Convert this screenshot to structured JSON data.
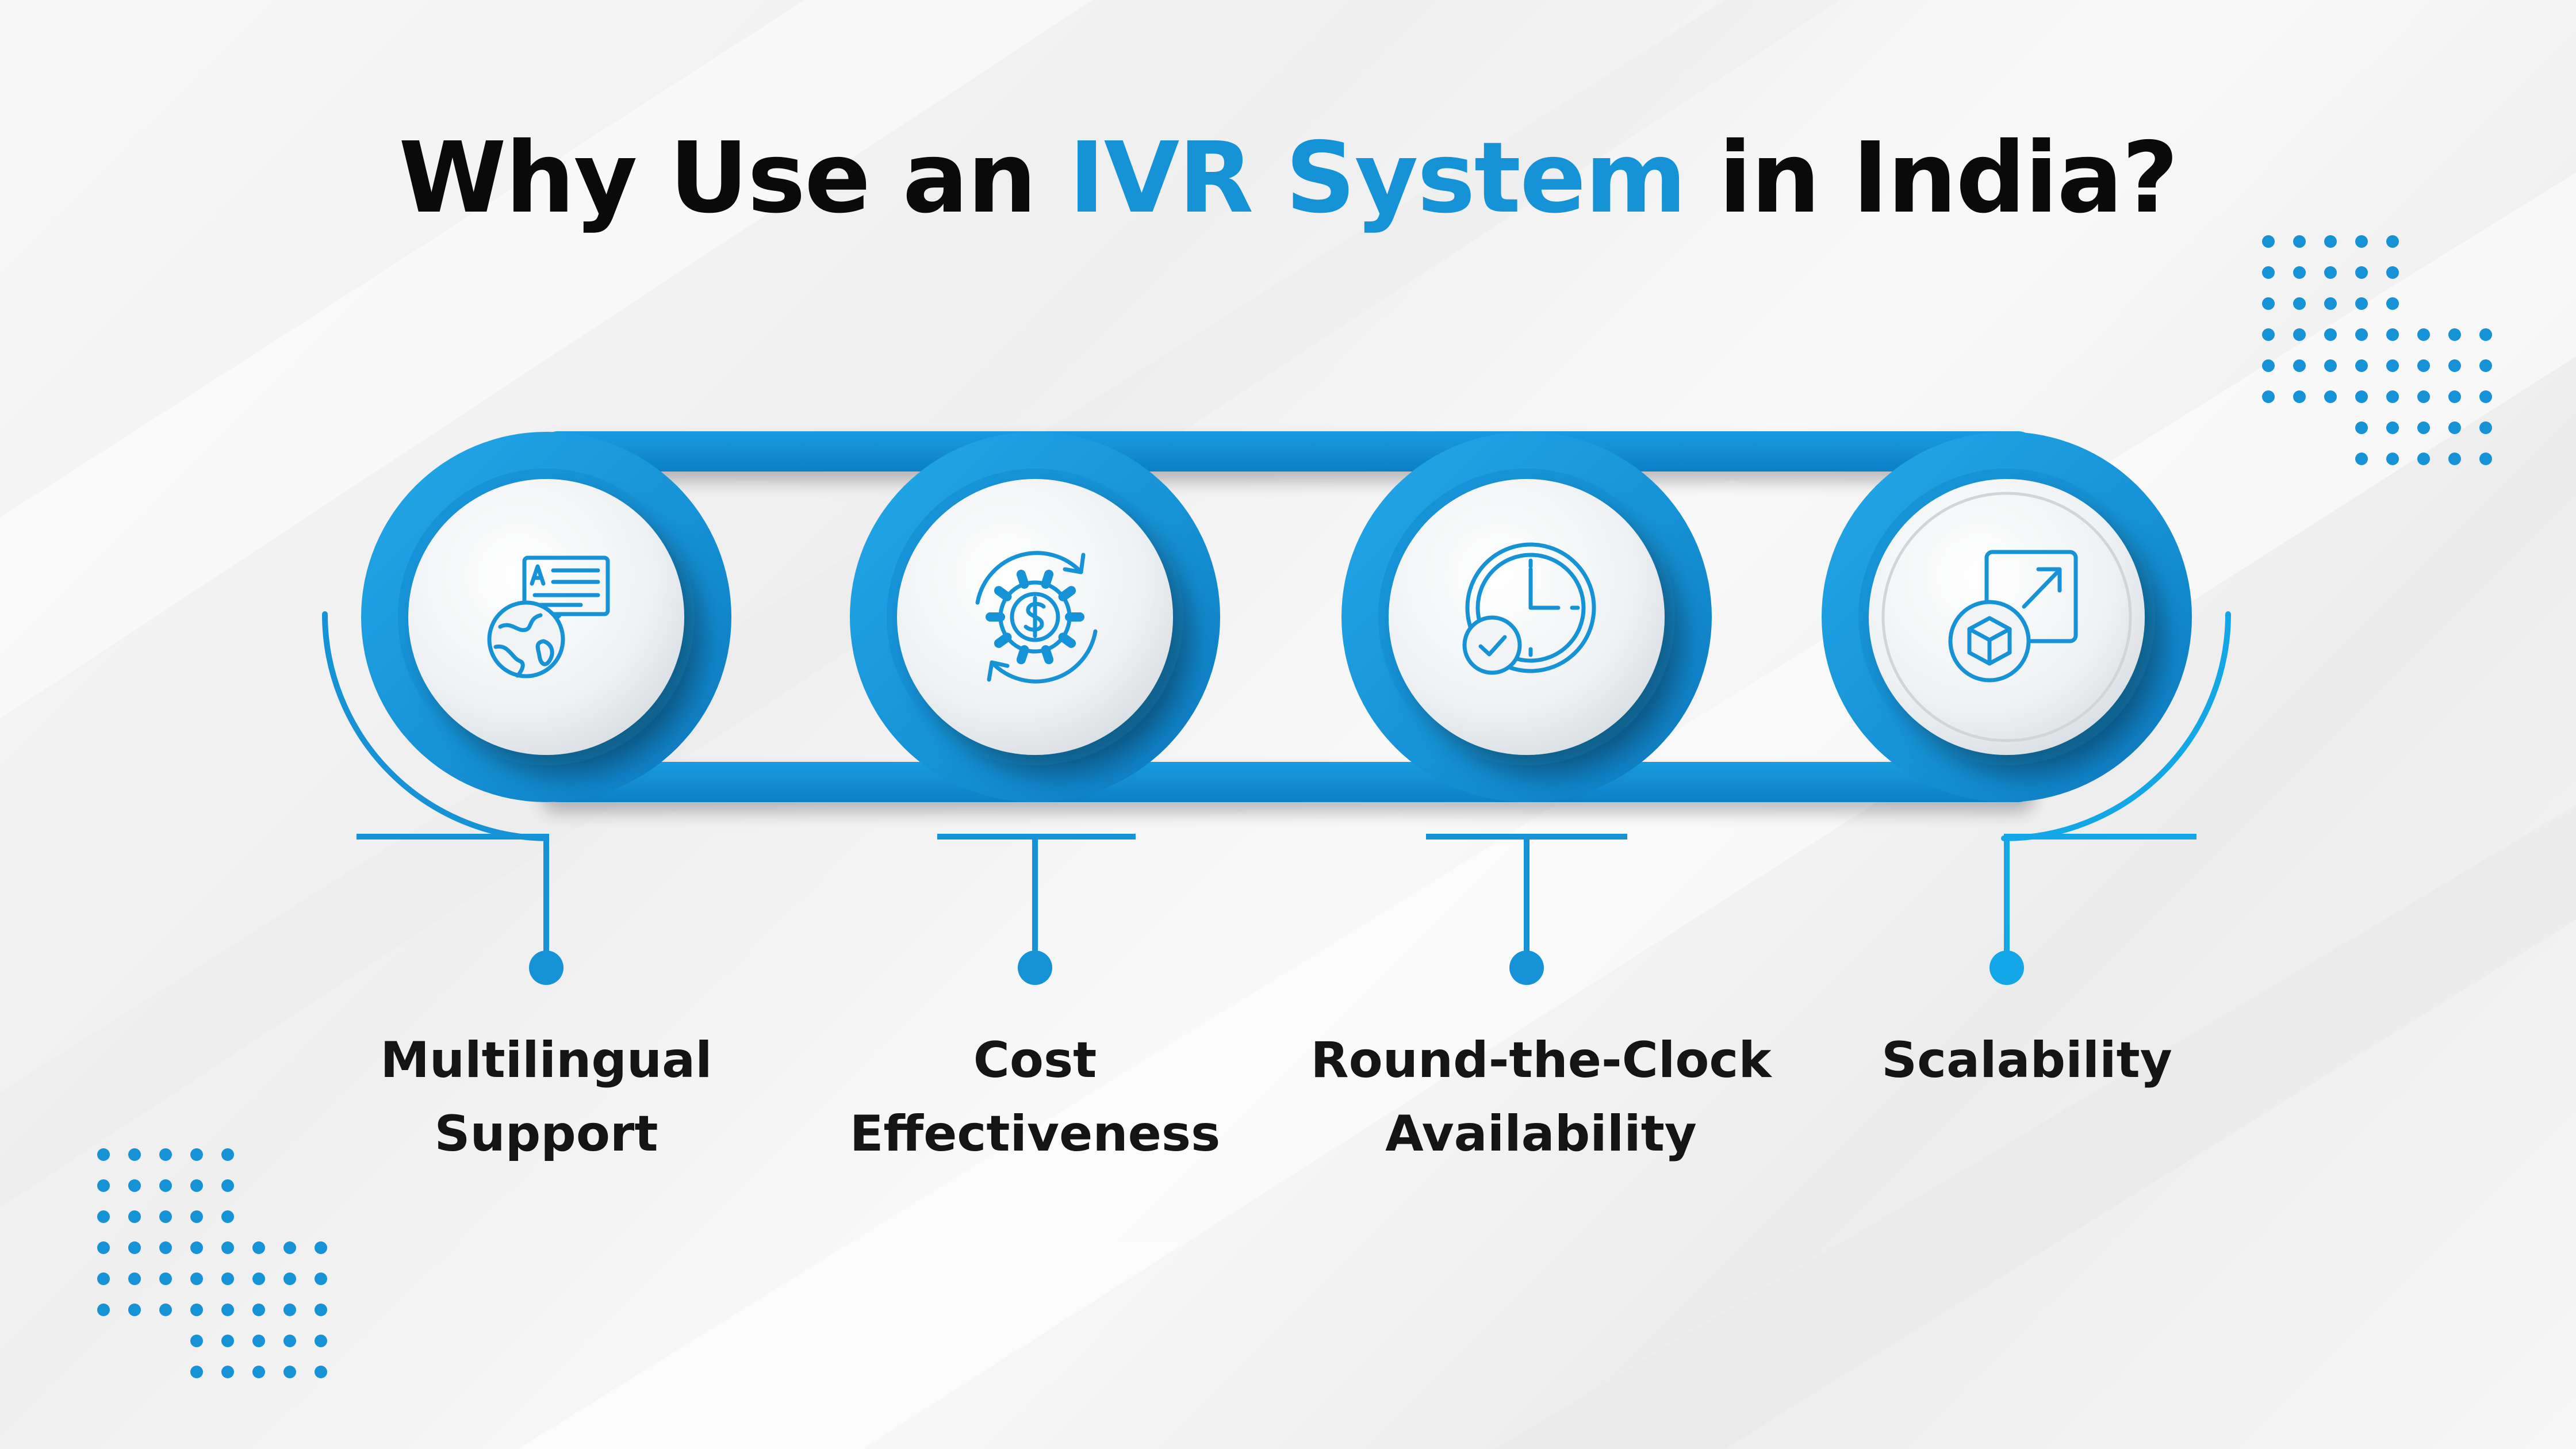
{
  "title": {
    "prefix": "Why Use an ",
    "highlight": "IVR System",
    "suffix": " in India?"
  },
  "colors": {
    "accent": "#1692d6",
    "accent_light": "#13a7e8",
    "accent_dark": "#0c7fc4",
    "text": "#141414"
  },
  "items": [
    {
      "icon": "multilingual-globe-icon",
      "label_line1": "Multilingual",
      "label_line2": "Support"
    },
    {
      "icon": "cost-gear-dollar-icon",
      "label_line1": "Cost",
      "label_line2": "Effectiveness"
    },
    {
      "icon": "clock-check-icon",
      "label_line1": "Round-the-Clock",
      "label_line2": "Availability"
    },
    {
      "icon": "scalability-box-arrow-icon",
      "label_line1": "Scalability",
      "label_line2": ""
    }
  ]
}
